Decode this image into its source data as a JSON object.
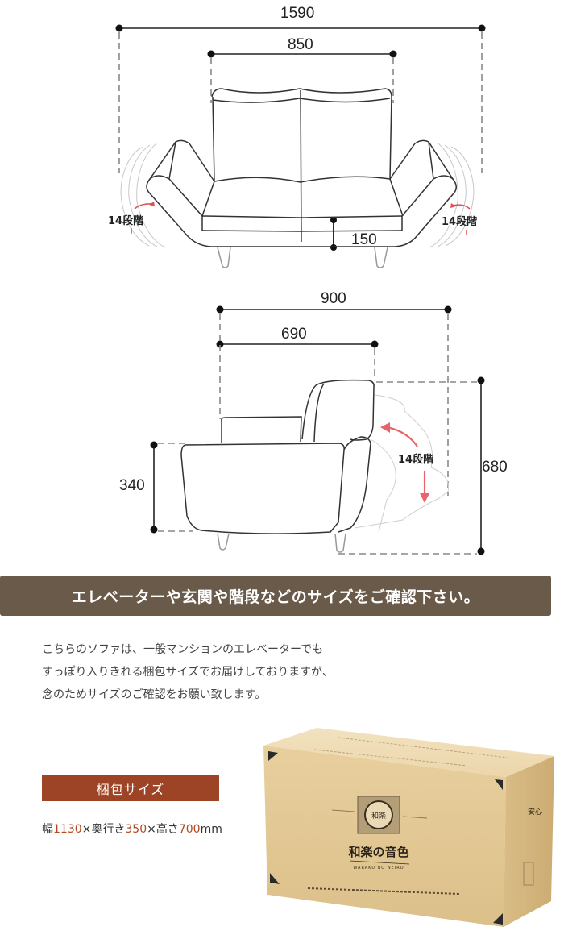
{
  "front_view": {
    "total_width": "1590",
    "seat_width": "850",
    "seat_height_gap": "150",
    "armrest_left_label": "14段階",
    "armrest_right_label": "14段階"
  },
  "side_view": {
    "total_depth": "900",
    "seat_depth": "690",
    "seat_height": "340",
    "total_height": "680",
    "backrest_label": "14段階"
  },
  "banner": {
    "text": "エレベーターや玄関や階段などのサイズをご確認下さい。",
    "color": "#6a5a4a"
  },
  "description": {
    "lines": [
      "こちらのソファは、一般マンションのエレベーターでも",
      "すっぽり入りきれる梱包サイズでお届けしておりますが、",
      "念のためサイズのご確認をお願い致します。"
    ]
  },
  "package": {
    "label": "梱包サイズ",
    "label_color": "#9e4426",
    "width_prefix": "幅",
    "width": "1130",
    "sep1": "×奥行き",
    "depth": "350",
    "sep2": "×高さ",
    "height": "700",
    "unit": "mm",
    "box_brand": "和楽の音色",
    "box_brand_romaji": "WARAKU NO NEIRO"
  }
}
